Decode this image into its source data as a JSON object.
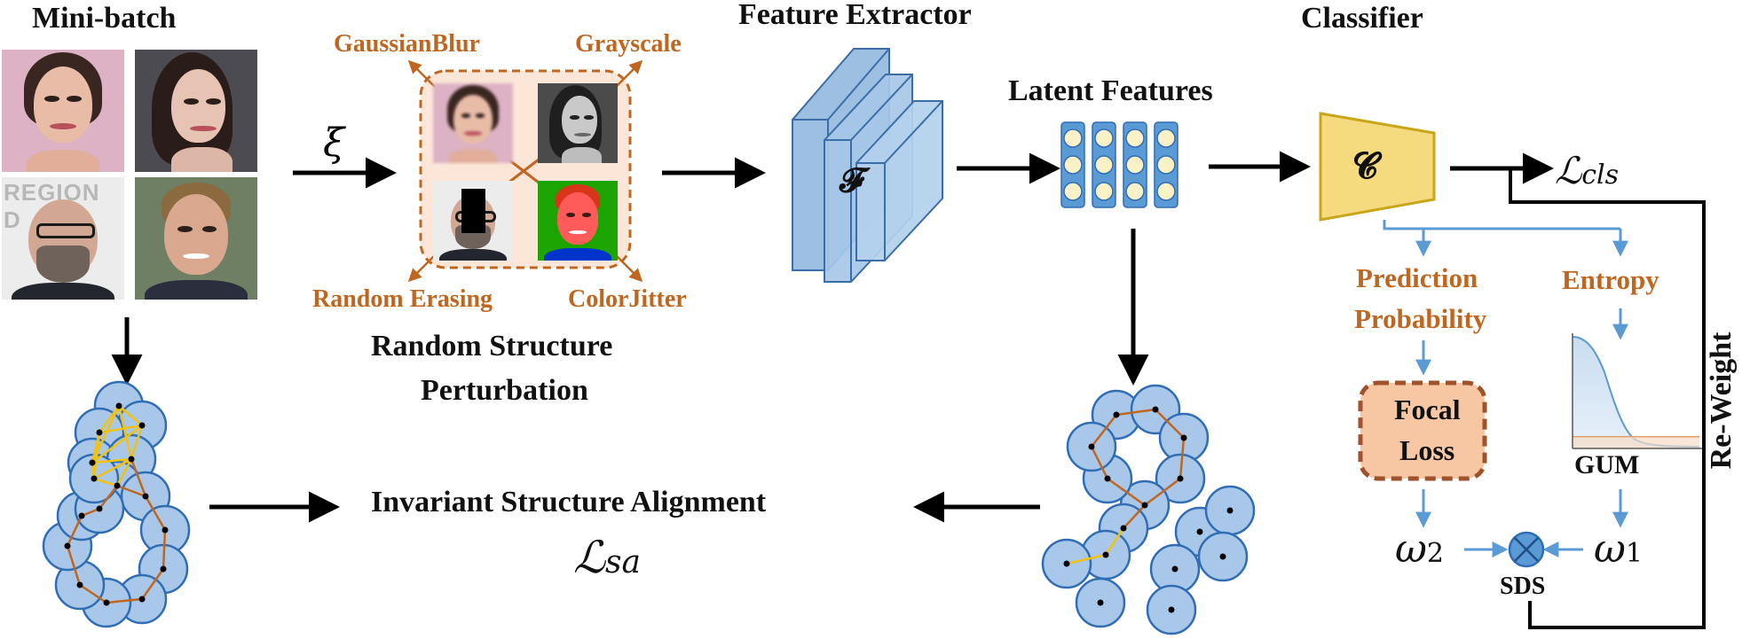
{
  "titles": {
    "mini_batch": "Mini-batch",
    "feature_extractor": "Feature Extractor",
    "classifier": "Classifier",
    "latent_features": "Latent Features"
  },
  "augmentations": {
    "gaussian_blur": "GaussianBlur",
    "grayscale": "Grayscale",
    "random_erasing": "Random Erasing",
    "color_jitter": "ColorJitter"
  },
  "perturbation": {
    "symbol": "ξ",
    "caption_line1": "Random Structure",
    "caption_line2": "Perturbation"
  },
  "extractor_symbol": "𝓕",
  "classifier_symbol": "𝓒",
  "loss_cls": {
    "main": "ℒ",
    "sub": "cls"
  },
  "alignment": {
    "label": "Invariant Structure Alignment",
    "loss_main": "ℒ",
    "loss_sub": "sa"
  },
  "prediction_probability": {
    "line1": "Prediction",
    "line2": "Probability"
  },
  "entropy": "Entropy",
  "focal_loss": {
    "line1": "Focal",
    "line2": "Loss"
  },
  "gum": "GUM",
  "omega2": {
    "main": "ω",
    "sub": "2"
  },
  "omega1": {
    "main": "ω",
    "sub": "1"
  },
  "sds": "SDS",
  "reweight": "Re-Weight",
  "face_sign_text": "REGION D",
  "colors": {
    "node_fill": "#a9c8e9",
    "node_stroke": "#2f6db5",
    "accent_orange": "#c0661f",
    "graph_yellow": "#f2c20f",
    "classifier_fill": "#f6db7e",
    "classifier_stroke": "#c9a51a",
    "focal_fill": "#f7c7a4",
    "blue_arrow": "#5b9bd5",
    "latent_fill": "#fbf1c7"
  }
}
